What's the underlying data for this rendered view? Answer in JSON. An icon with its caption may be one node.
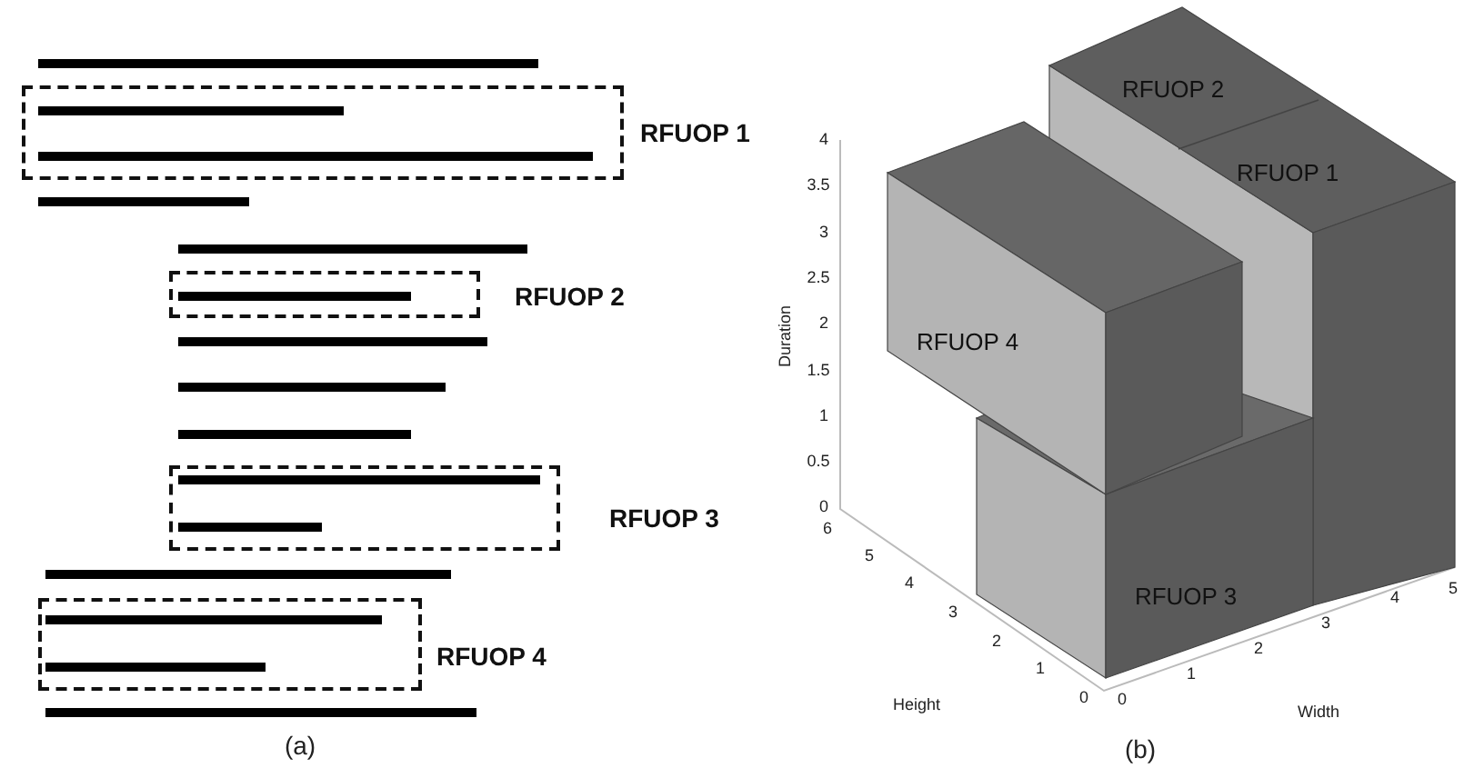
{
  "diagram": {
    "nodes": [
      {
        "text": [],
        "shape": "box",
        "beside": [
          "RFUOP 1"
        ]
      },
      {
        "text": [],
        "shape": "box",
        "beside": [
          "RFUOP 2"
        ]
      },
      {
        "text": [],
        "shape": "box",
        "beside": [
          "RFUOP 3"
        ]
      },
      {
        "text": [],
        "shape": "box",
        "beside": [
          "RFUOP 4"
        ]
      }
    ],
    "edges": [],
    "labels": [
      "(a)",
      "RFUOP 2",
      "RFUOP 1",
      "4",
      "3.5",
      "3",
      "2.5",
      "Duration",
      "2",
      "RFUOP 4",
      "1.5",
      "1",
      "0.5",
      "0",
      "6",
      "5",
      "4",
      "3",
      "2",
      "1",
      "RFUOP 3",
      "0",
      "0",
      "1",
      "2",
      "3",
      "4",
      "5",
      "Height",
      "Width",
      "(b)"
    ]
  }
}
